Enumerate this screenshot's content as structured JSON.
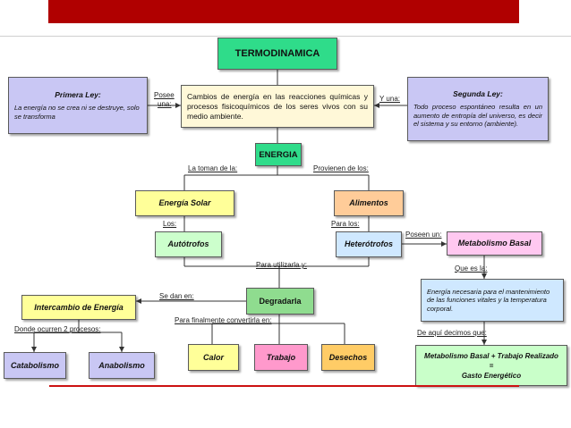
{
  "colors": {
    "top_bar": "#b00000",
    "bottom_line": "#cc1111",
    "termo": "#2fdc8a",
    "energia": "#2fdc8a",
    "lavender": "#c9c7f4",
    "center_desc": "#fff8d8",
    "solar": "#ffff99",
    "alimentos": "#ffcc99",
    "autotrofos": "#ccffcc",
    "heterotrofos": "#cfe8ff",
    "metabolismo": "#ffc8f0",
    "degradarla": "#8fdc8f",
    "intercambio": "#ffff99",
    "calor": "#ffff99",
    "trabajo": "#ff99cc",
    "desechos": "#ffcc66",
    "catabolismo": "#c9c7f4",
    "anabolismo": "#c9c7f4",
    "metab_desc": "#cfe8ff",
    "gasto": "#c9ffc9"
  },
  "nodes": {
    "termodinamica": "TERMODINAMICA",
    "descripcion": "Cambios de energía en las reacciones químicas y procesos fisicoquímicos de los seres vivos con su medio ambiente.",
    "primera_ley_title": "Primera Ley:",
    "primera_ley_text": "La energía no se crea ni se destruye, solo se transforma",
    "segunda_ley_title": "Segunda Ley:",
    "segunda_ley_text": "Todo proceso espontáneo resulta en un aumento de entropía del universo, es decir el sistema y su entorno (ambiente).",
    "energia": "ENERGIA",
    "energia_solar": "Energía Solar",
    "alimentos": "Alimentos",
    "autotrofos": "Autótrofos",
    "heterotrofos": "Heterótrofos",
    "metabolismo_basal": "Metabolismo Basal",
    "metabolismo_desc": "Energía necesaria para el mantenimiento de las funciones vitales y la temperatura corporal.",
    "degradarla": "Degradarla",
    "intercambio": "Intercambio de Energía",
    "catabolismo": "Catabolismo",
    "anabolismo": "Anabolismo",
    "calor": "Calor",
    "trabajo": "Trabajo",
    "desechos": "Desechos",
    "gasto_line1": "Metabolismo Basal + Trabajo Realizado",
    "gasto_line2": "=",
    "gasto_line3": "Gasto Energético"
  },
  "labels": {
    "posee": "Posee",
    "una": "una:",
    "y_una": "Y una:",
    "la_toman": "La toman de la:",
    "provienen": "Provienen de los:",
    "los": "Los:",
    "para_los": "Para los:",
    "poseen_un": "Poseen un:",
    "para_utilizarla": "Para utilizarla y:",
    "que_es_la": "Que es la:",
    "se_dan_en": "Se dan en:",
    "donde_ocurren": "Donde ocurren 2  procesos:",
    "para_finalmente": "Para finalmente convertirla en:",
    "de_aqui": "De aquí decimos que:"
  }
}
